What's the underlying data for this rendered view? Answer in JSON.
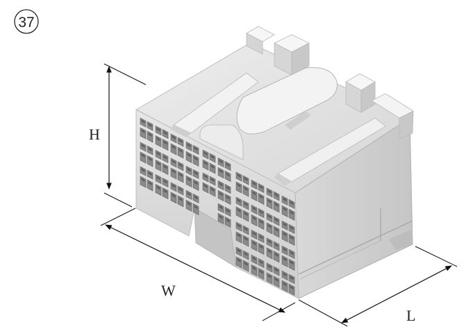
{
  "figure": {
    "badge_number": "37",
    "dimension_labels": {
      "height": "H",
      "width": "W",
      "length": "L"
    }
  },
  "colors": {
    "body_light": "#e9e9e9",
    "body_top": "#dcdcdc",
    "body_side": "#cfcfcf",
    "cavity": "#8a8a8a",
    "cavity_dark": "#5e5e5e",
    "outline": "#111111"
  }
}
